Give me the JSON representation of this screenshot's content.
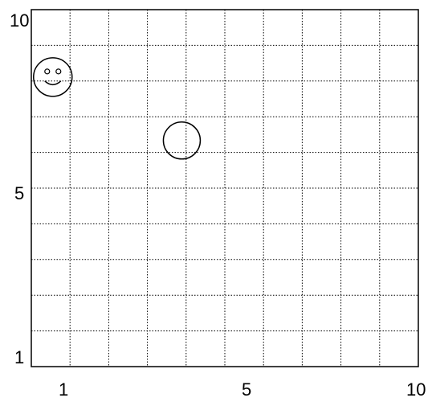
{
  "diagram": {
    "x_axis": {
      "range": [
        1,
        10
      ],
      "tick_labels": [
        "1",
        "5",
        "10"
      ]
    },
    "y_axis": {
      "range": [
        1,
        10
      ],
      "tick_labels": [
        "10",
        "5",
        "1"
      ]
    },
    "grid": {
      "style": "dotted",
      "color": "#000000",
      "columns": 10,
      "rows": 10
    },
    "items": [
      {
        "name": "smiley-face",
        "kind": "smiley",
        "x": 1.5,
        "y": 8.3
      },
      {
        "name": "empty-circle",
        "kind": "circle",
        "x": 4.5,
        "y": 6.7
      }
    ]
  }
}
